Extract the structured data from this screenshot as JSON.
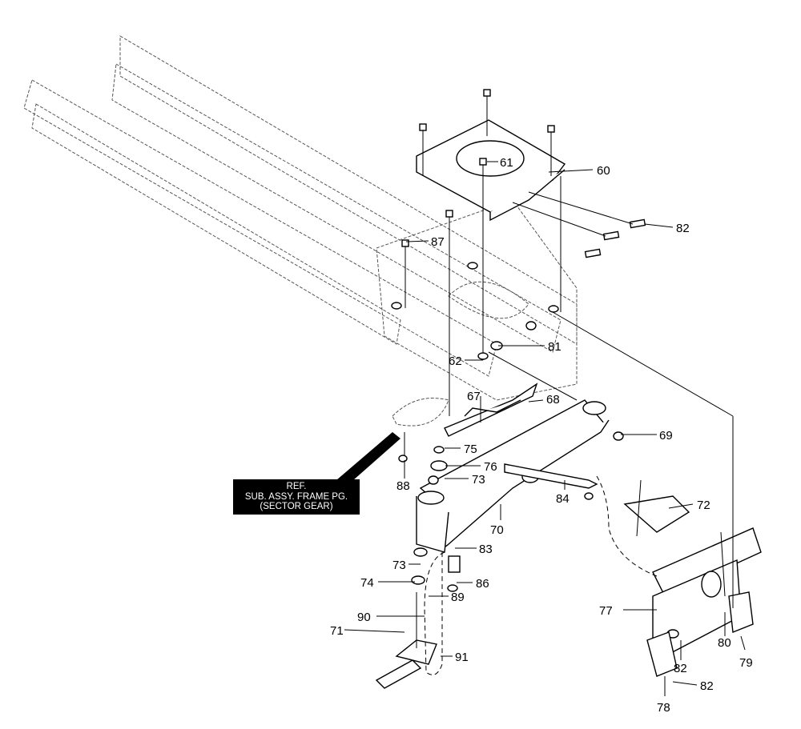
{
  "reference_box": {
    "line1": "REF.",
    "line2": "SUB. ASSY. FRAME PG.",
    "line3": "(SECTOR GEAR)"
  },
  "callouts": [
    "60",
    "61",
    "62",
    "67",
    "68",
    "69",
    "70",
    "71",
    "72",
    "73",
    "73",
    "74",
    "75",
    "76",
    "77",
    "78",
    "79",
    "80",
    "81",
    "82",
    "82",
    "82",
    "83",
    "84",
    "86",
    "87",
    "88",
    "89",
    "90",
    "91"
  ],
  "colors": {
    "ink": "#000000",
    "paper": "#ffffff"
  }
}
